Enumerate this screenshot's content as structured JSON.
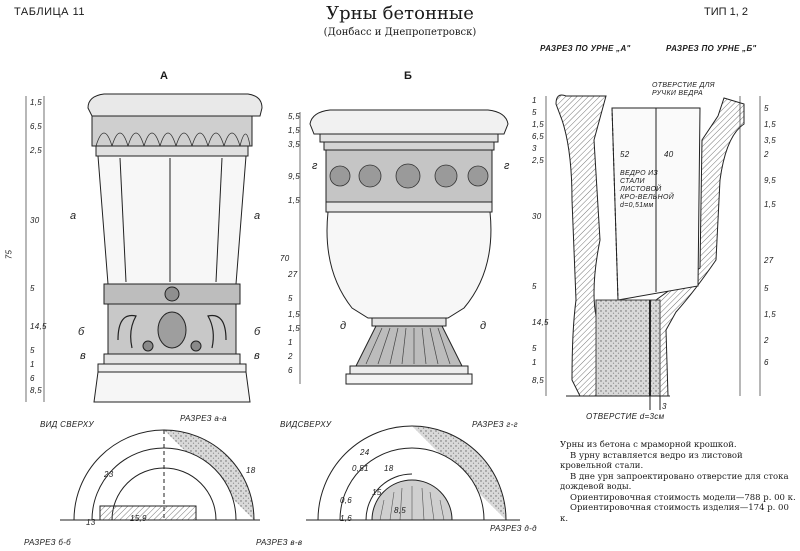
{
  "header": {
    "table_label": "ТАБЛИЦА 11",
    "title": "Урны бетонные",
    "subtitle": "(Донбасс и Днепропетровск)",
    "type_label": "ТИП 1, 2"
  },
  "views": {
    "a": "А",
    "b": "Б",
    "section_a": "РАЗРЕЗ ПО УРНЕ „А\"",
    "section_b": "РАЗРЕЗ ПО УРНЕ „Б\""
  },
  "callouts": {
    "handle_hole": "ОТВЕРСТИЕ ДЛЯ РУЧКИ ВЕДРА",
    "bucket": "ВЕДРО ИЗ СТАЛИ ЛИСТОВОЙ КРО-ВЕЛЬНОЙ d=0,51мм",
    "bottom_hole": "ОТВЕРСТИЕ d=3см",
    "bottom_hole_dim": "3"
  },
  "bottom_labels": {
    "top_view_a": "ВИД СВЕРХУ",
    "section_aa": "РАЗРЕЗ а-а",
    "top_view_b": "ВИДСВЕРХУ",
    "section_gg": "РАЗРЕЗ г-г",
    "section_bb": "РАЗРЕЗ б-б",
    "section_vv": "РАЗРЕЗ в-в",
    "section_dd": "РАЗРЕЗ д-д"
  },
  "section_marks": {
    "a": "а",
    "b": "б",
    "v": "в",
    "g": "г",
    "d": "д"
  },
  "dims_left_a": [
    "1,5",
    "6,5",
    "2,5",
    "30",
    "5",
    "14,5",
    "5",
    "1",
    "6",
    "8,5"
  ],
  "dims_left_a_total": "75",
  "dims_left_b": [
    "5,5",
    "1,5",
    "3,5",
    "9,5",
    "1,5",
    "27",
    "5",
    "1,5",
    "1,5",
    "1",
    "2",
    "6"
  ],
  "dims_left_b_total": "70",
  "dims_right_section": [
    "1",
    "5",
    "1,5",
    "6,5",
    "3",
    "2,5",
    "30",
    "5",
    "14,5",
    "5",
    "1",
    "8,5"
  ],
  "dims_right_section2": [
    "5",
    "1,5",
    "3,5",
    "2",
    "9,5",
    "1,5",
    "27",
    "5",
    "1,5",
    "2",
    "6"
  ],
  "dims_plan": {
    "r23": "23",
    "r18": "18",
    "r15_9": "15,9",
    "r13": "13",
    "r24": "24",
    "r18b": "18",
    "r0_51": "0,51",
    "r8_5": "8,5",
    "r1_6": "1,6",
    "r0_6": "0,6",
    "r15": "15"
  },
  "inner_dims": {
    "d52": "52",
    "d40": "40"
  },
  "notes": [
    "Урны из бетона с мраморной крошкой.",
    "В урну вставляется ведро из листовой кровельной стали.",
    "В дне урн запроектировано отверстие для стока дождевой воды.",
    "Ориентировочная стоимость модели—788 р. 00 к.",
    "Ориентировочная стоимость изделия—174 р. 00 к."
  ]
}
